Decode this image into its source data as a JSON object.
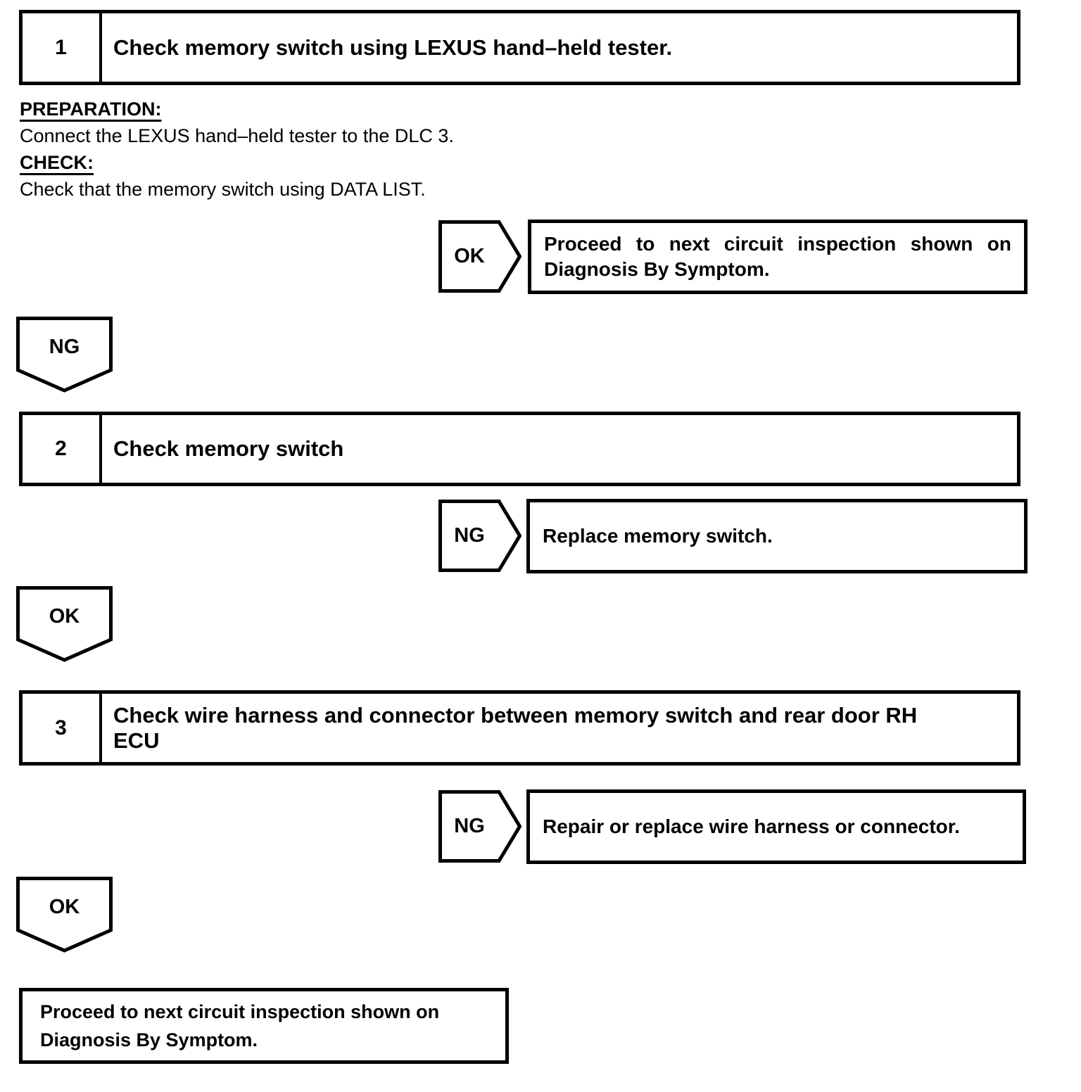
{
  "page": {
    "steps": [
      {
        "number": "1",
        "title_line1": "Check memory switch using LEXUS hand–held tester.",
        "title_line2": ""
      },
      {
        "number": "2",
        "title_line1": "Check memory switch",
        "title_line2": ""
      },
      {
        "number": "3",
        "title_line1": "Check wire harness and connector between memory switch and rear door RH",
        "title_line2": "ECU"
      }
    ],
    "details": {
      "preparation_label": "PREPARATION:",
      "preparation_text": "Connect the LEXUS hand–held tester to the DLC 3.",
      "check_label": "CHECK:",
      "check_text": "Check that the memory switch using DATA LIST."
    },
    "branches": [
      {
        "tag": "OK",
        "line1": "Proceed to next circuit inspection shown on",
        "line2": "Diagnosis By Symptom."
      },
      {
        "tag": "NG",
        "line1": "Replace memory switch.",
        "line2": ""
      },
      {
        "tag": "NG",
        "line1": "Repair or replace wire harness or connector.",
        "line2": ""
      }
    ],
    "connectors": [
      {
        "tag": "NG"
      },
      {
        "tag": "OK"
      },
      {
        "tag": "OK"
      }
    ],
    "final_box": {
      "line1": "Proceed to next circuit inspection shown on",
      "line2": "Diagnosis By Symptom."
    },
    "colors": {
      "ink": "#000000",
      "paper": "#ffffff"
    }
  }
}
